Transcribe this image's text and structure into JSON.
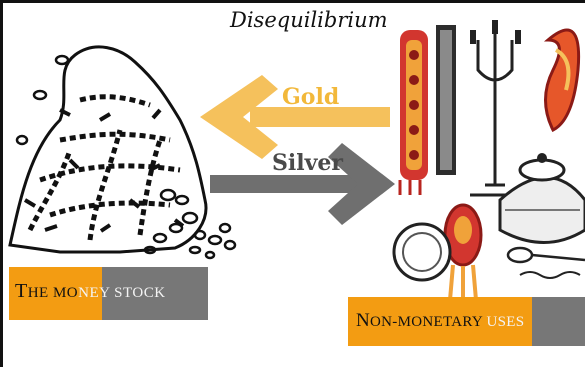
{
  "title": "Disequilibrium",
  "flows": {
    "gold": {
      "label": "Gold",
      "direction": "to money stock",
      "color": "#f5c15c"
    },
    "silver": {
      "label": "Silver",
      "direction": "to non-monetary uses",
      "color": "#6f6f6f"
    }
  },
  "captions": {
    "money_stock": {
      "cap": "T",
      "rest1": "HE MO",
      "rest2": "NEY STOCK"
    },
    "non_monetary": {
      "cap": "N",
      "rest1": "ON-MONETARY ",
      "rest2": "USES"
    }
  },
  "colors": {
    "orange": "#f39c12",
    "gray": "#777777",
    "gold": "#f5c15c",
    "silver": "#6f6f6f"
  },
  "icons": [
    "coin-pile-illustration",
    "jewelry-and-silverware-illustration"
  ]
}
